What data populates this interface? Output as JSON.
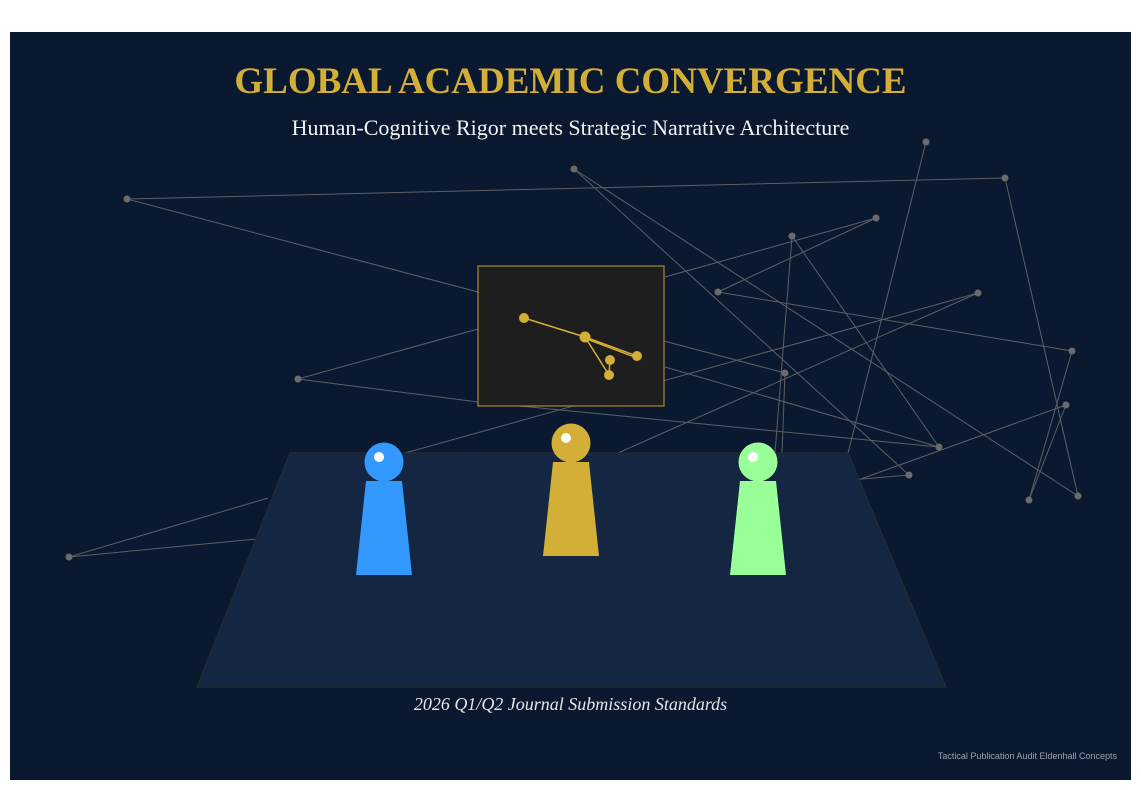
{
  "header": {
    "title": "GLOBAL ACADEMIC CONVERGENCE",
    "subtitle": "Human-Cognitive Rigor meets Strategic Narrative Architecture"
  },
  "caption": "2026 Q1/Q2 Journal Submission Standards",
  "footer": "Tactical Publication Audit Eldenhall Concepts",
  "colors": {
    "background": "#0b1930",
    "table": "#152642",
    "gold": "#d4af37",
    "blue_piece": "#3399ff",
    "green_piece": "#99ff99",
    "network_line": "#5c5f66",
    "network_node": "#6b6b6b",
    "inset_box": "#1e1e1e"
  },
  "pieces": [
    {
      "name": "blue-piece",
      "color": "#3399ff"
    },
    {
      "name": "gold-piece",
      "color": "#d4af37"
    },
    {
      "name": "green-piece",
      "color": "#99ff99"
    }
  ]
}
